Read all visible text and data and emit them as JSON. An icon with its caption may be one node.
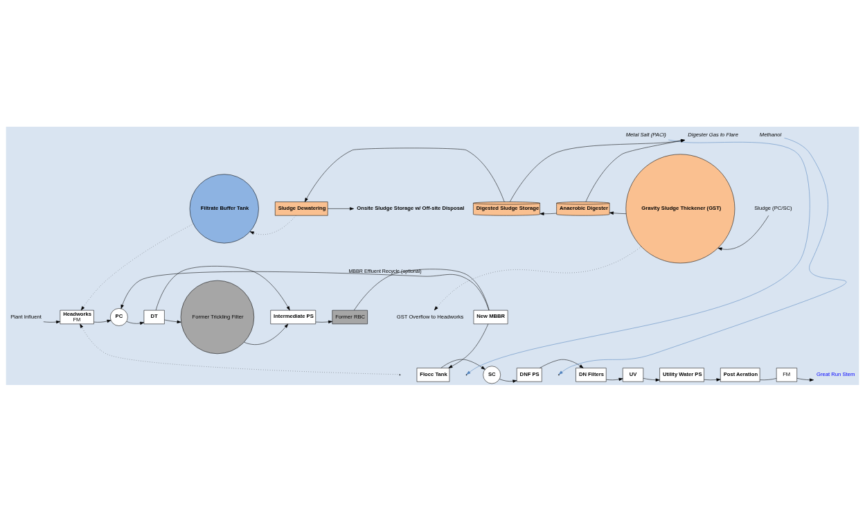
{
  "diagram": {
    "nodes": [
      {
        "text": [
          "Plant Influent"
        ]
      },
      {
        "text": [
          "Headworks",
          "FM"
        ]
      },
      {
        "text": [
          "PC"
        ]
      },
      {
        "text": [
          "DT"
        ]
      },
      {
        "text": [
          "Former Trickling Filter"
        ]
      },
      {
        "text": [
          "Intermediate PS"
        ]
      },
      {
        "text": [
          "Former RBC"
        ]
      },
      {
        "text": [
          "New MBBR"
        ]
      },
      {
        "text": [
          "Flocc Tank"
        ]
      },
      {
        "text": [
          "SC"
        ]
      },
      {
        "text": [
          "DNF PS"
        ]
      },
      {
        "text": [
          "DN Filters"
        ]
      },
      {
        "text": [
          "UV"
        ]
      },
      {
        "text": [
          "Utility Water PS"
        ]
      },
      {
        "text": [
          "Post Aeration"
        ]
      },
      {
        "text": [
          "FM"
        ]
      },
      {
        "text": [
          "Great Run Stem"
        ]
      },
      {
        "text": [
          "Metal Salt (PACl)"
        ]
      },
      {
        "text": [
          "Methanol"
        ]
      },
      {
        "text": [
          "Digester Gas to Flare"
        ]
      },
      {
        "text": [
          "Digested Sludge Storage"
        ]
      },
      {
        "text": [
          "Anaerobic Digester"
        ]
      },
      {
        "text": [
          "Gravity Sludge Thickener (GST)"
        ]
      },
      {
        "text": [
          "Sludge (PC/SC)"
        ]
      },
      {
        "text": [
          "GST Overflow to Headworks"
        ]
      },
      {
        "text": [
          "Sludge Dewatering"
        ]
      },
      {
        "text": [
          "Filtrate Buffer Tank"
        ]
      },
      {
        "text": [
          "Onsite Sludge Storage w/ Off-site Disposal"
        ]
      }
    ],
    "edges": [
      {
        "from": 0,
        "to": 1,
        "arrow": "to"
      },
      {
        "from": 1,
        "to": 2,
        "arrow": "to"
      },
      {
        "from": 7,
        "to": 2,
        "arrow": "to",
        "label": "MBBR Effluent Recycle (optional)"
      },
      {
        "from": 2,
        "to": 3,
        "arrow": "to"
      },
      {
        "from": 3,
        "to": 4,
        "arrow": "to"
      },
      {
        "from": 3,
        "to": 5,
        "arrow": "to"
      },
      {
        "from": 4,
        "to": 5,
        "arrow": "to"
      },
      {
        "from": 5,
        "to": 6,
        "arrow": "to"
      },
      {
        "from": 6,
        "to": 7,
        "arrow": "none"
      },
      {
        "from": 7,
        "to": 8,
        "arrow": "to"
      },
      {
        "from": 8,
        "to": 9,
        "arrow": "to"
      },
      {
        "from": 9,
        "to": 10,
        "arrow": "to"
      },
      {
        "from": 10,
        "to": 11,
        "arrow": "to"
      },
      {
        "from": 11,
        "to": 12,
        "arrow": "to"
      },
      {
        "from": 12,
        "to": 13,
        "arrow": "to"
      },
      {
        "from": 13,
        "to": 14,
        "arrow": "to"
      },
      {
        "from": 14,
        "to": 15,
        "arrow": "none"
      },
      {
        "from": 15,
        "to": 16,
        "arrow": "to"
      },
      {
        "from": 17,
        "to": null,
        "arrow": "to",
        "color": "#4f81bd"
      },
      {
        "from": 18,
        "to": null,
        "arrow": "to",
        "color": "#4f81bd"
      },
      {
        "from": 21,
        "to": 19,
        "arrow": "to"
      },
      {
        "from": 20,
        "to": 19,
        "arrow": "to"
      },
      {
        "from": 23,
        "to": 22,
        "arrow": "to"
      },
      {
        "from": 22,
        "to": 21,
        "arrow": "to"
      },
      {
        "from": 22,
        "to": 24,
        "arrow": "to",
        "style": "dashed"
      },
      {
        "from": 21,
        "to": 20,
        "arrow": "to"
      },
      {
        "from": 20,
        "to": 25,
        "arrow": "to"
      },
      {
        "from": 25,
        "to": 26,
        "arrow": "to",
        "style": "dashed"
      },
      {
        "from": 26,
        "to": 1,
        "arrow": "to",
        "style": "dashed"
      },
      {
        "from": null,
        "to": 1,
        "arrow": "to",
        "style": "dashed"
      },
      {
        "from": 25,
        "to": 27,
        "arrow": "to"
      }
    ]
  }
}
